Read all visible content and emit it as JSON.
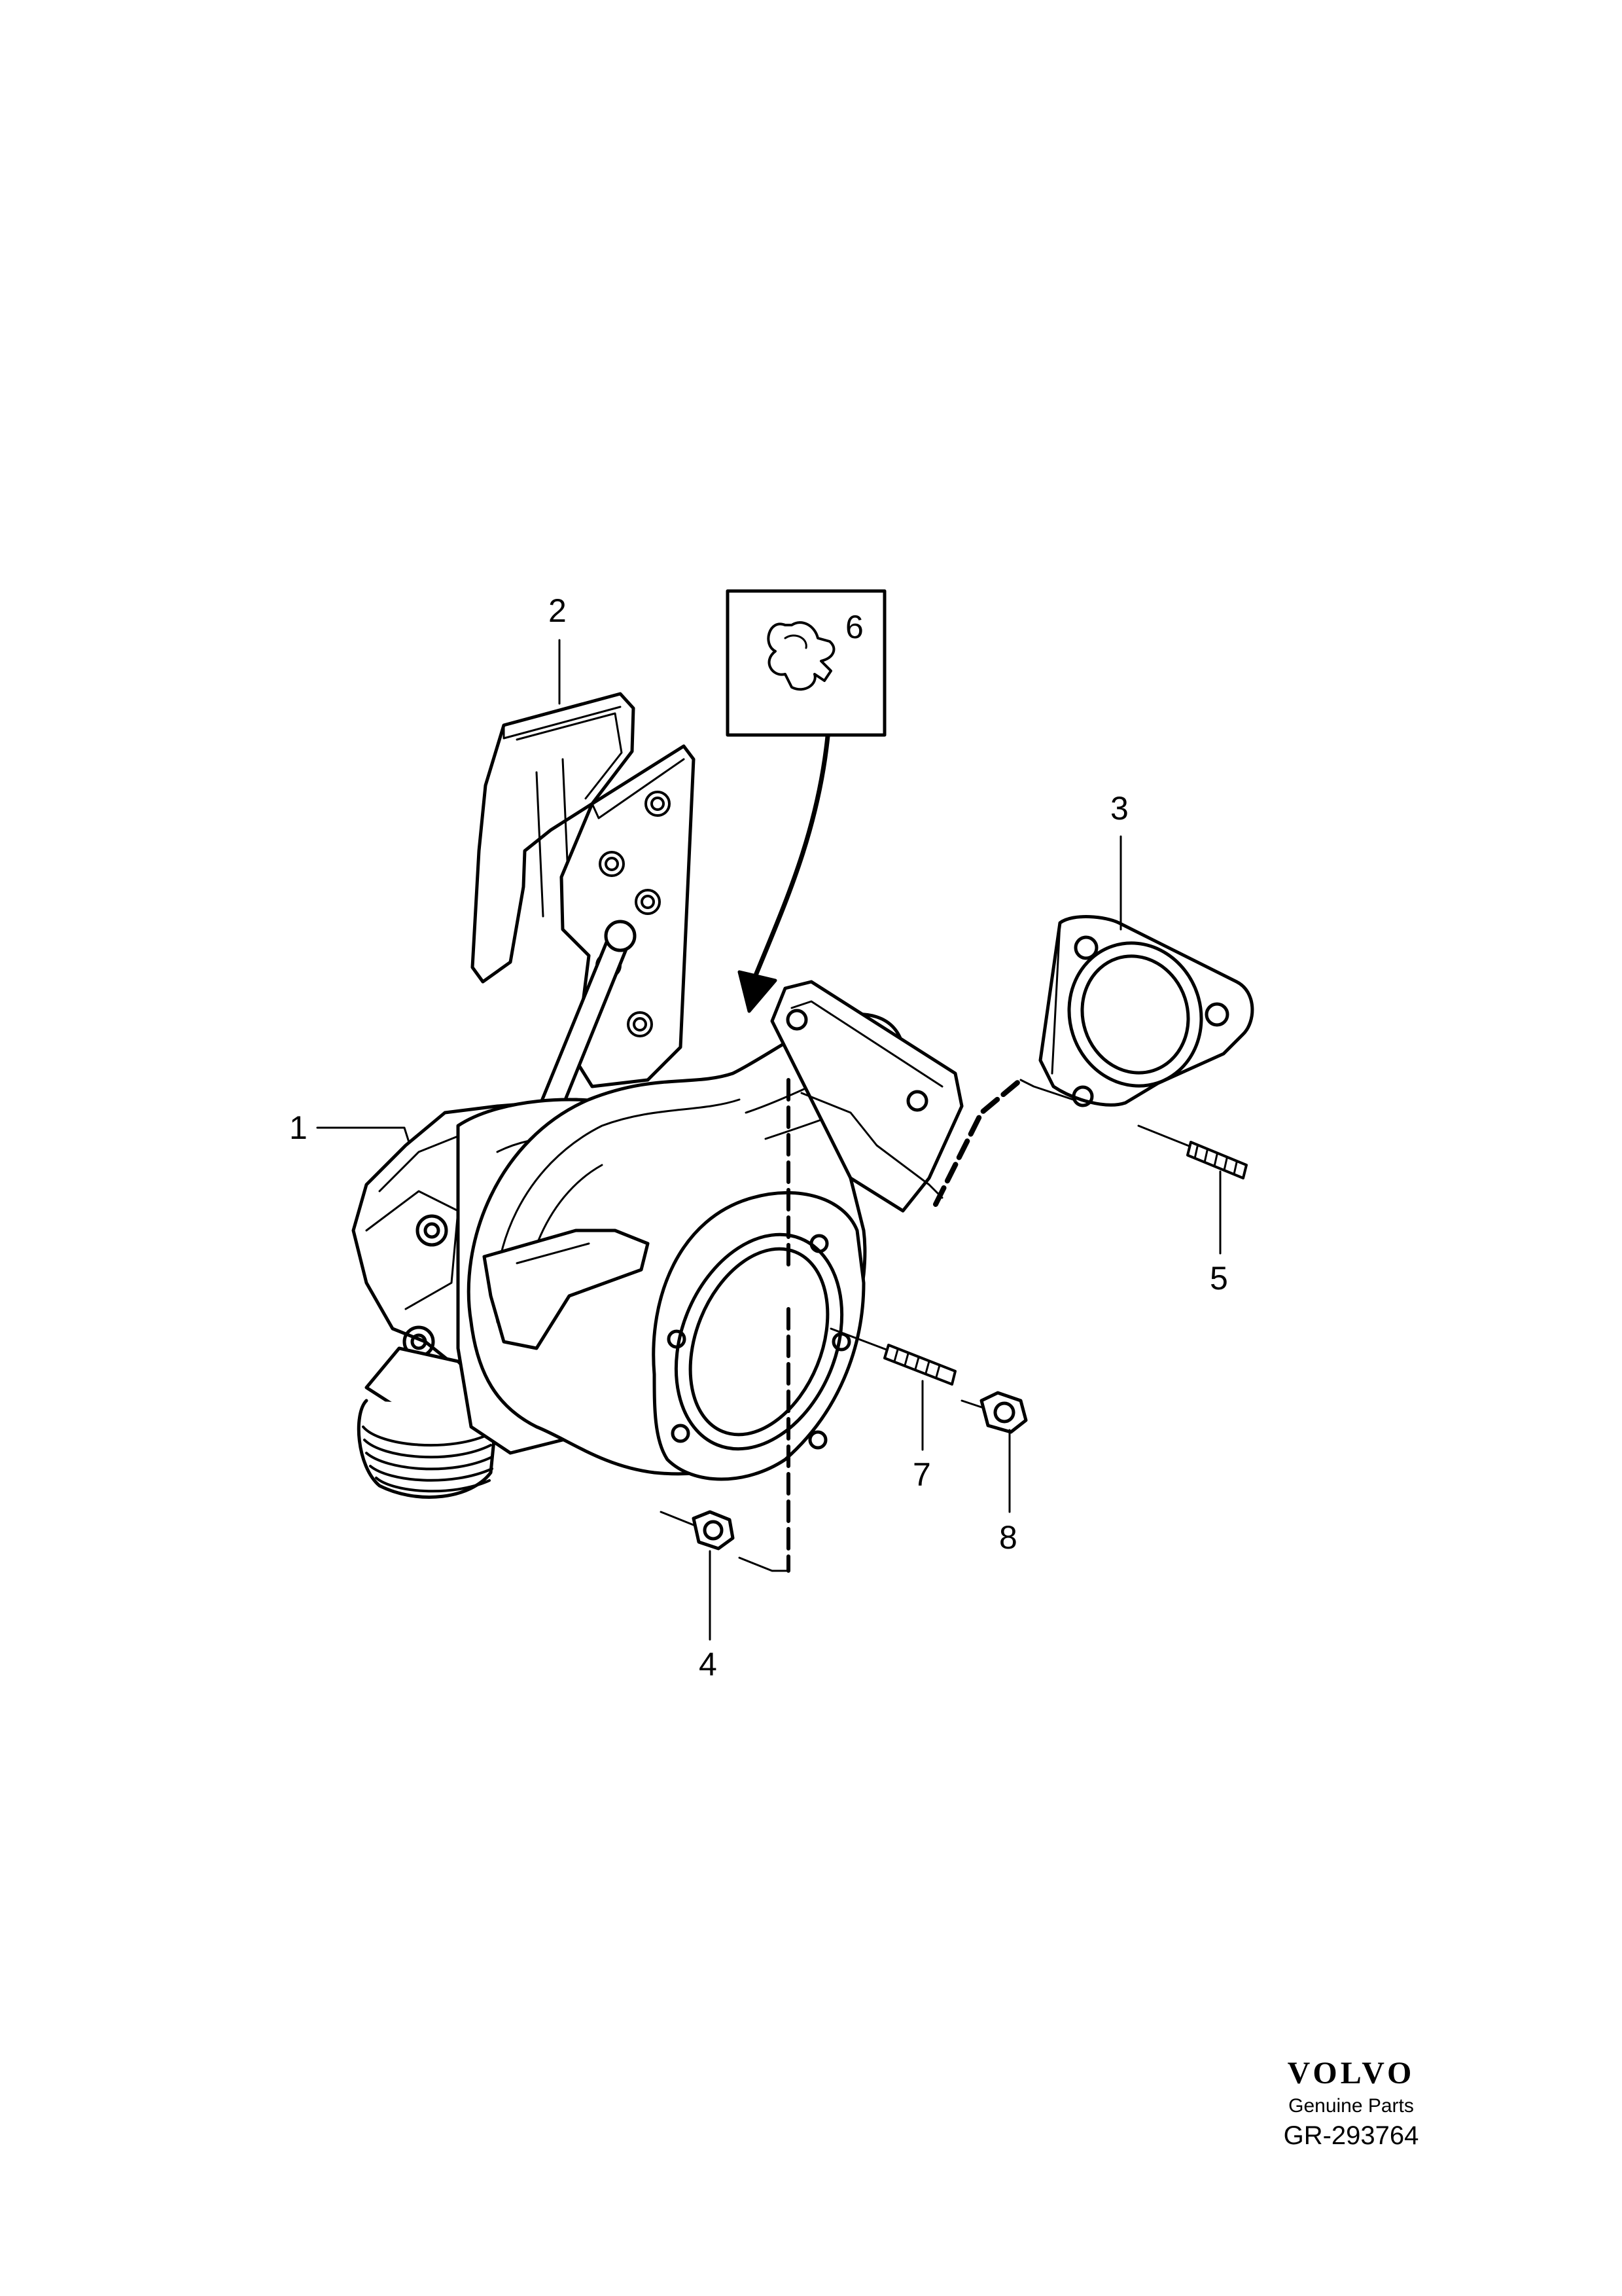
{
  "callouts": [
    "1",
    "2",
    "3",
    "4",
    "5",
    "6",
    "7",
    "8"
  ],
  "brand": {
    "logo": "VOLVO",
    "subtitle": "Genuine Parts",
    "code": "GR-293764"
  }
}
